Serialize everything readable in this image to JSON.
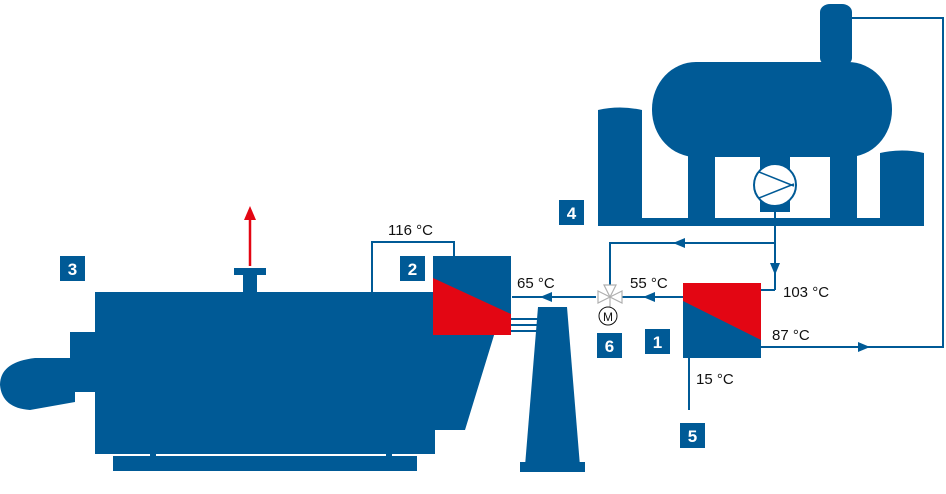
{
  "colors": {
    "blue": "#005a96",
    "red": "#e30613",
    "line": "#005a96",
    "text": "#111111",
    "badge_text": "#ffffff",
    "valve": "#b0b0b0"
  },
  "badges": {
    "b1": "1",
    "b2": "2",
    "b3": "3",
    "b4": "4",
    "b5": "5",
    "b6": "6"
  },
  "temperatures": {
    "t116": "116 °C",
    "t65": "65 °C",
    "t55": "55 °C",
    "t103": "103 °C",
    "t87": "87 °C",
    "t15": "15 °C"
  },
  "motor_symbol": "M",
  "icons": {
    "exhaust_arrow": "arrow-up-icon",
    "pump": "pump-icon",
    "valve": "three-way-valve-icon",
    "motor": "motor-icon"
  }
}
